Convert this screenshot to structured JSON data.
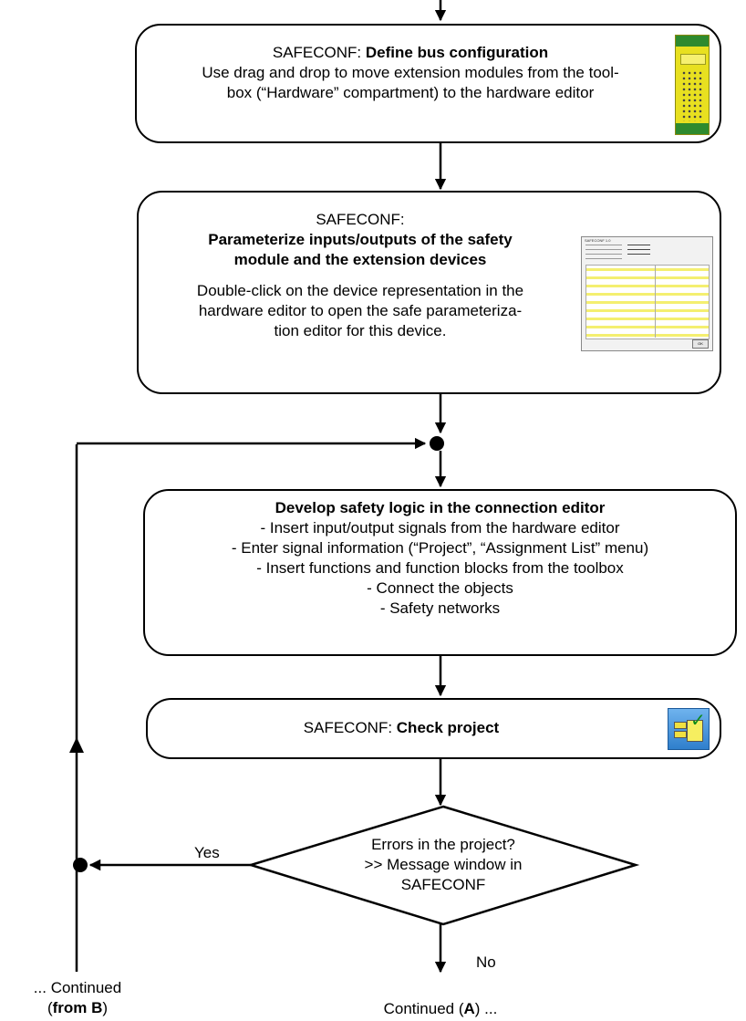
{
  "step1": {
    "prefix": "SAFECONF: ",
    "title": "Define bus configuration",
    "line1": "Use drag and drop to move extension modules from the tool-",
    "line2": "box (“Hardware” compartment) to the hardware editor",
    "icon": "yellow-module-icon"
  },
  "step2": {
    "prefix": "SAFECONF:",
    "title_line1": "Parameterize inputs/outputs of the safety",
    "title_line2": "module and the extension devices",
    "line1": "Double-click on the device representation in the",
    "line2": "hardware editor to open the safe parameteriza-",
    "line3": "tion editor for this device.",
    "thumbnail": "parameterization-editor-screenshot",
    "thumb_header": "SAFECONF 1.0",
    "thumb_button": "OK"
  },
  "step3": {
    "title": "Develop safety logic in the connection editor",
    "items": [
      "- Insert input/output signals from the hardware editor",
      "- Enter signal information (“Project”, “Assignment List” menu)",
      "- Insert functions and function blocks from the toolbox",
      "- Connect the objects",
      "- Safety networks"
    ]
  },
  "step4": {
    "prefix": "SAFECONF: ",
    "title": "Check project",
    "icon": "check-project-icon"
  },
  "decision": {
    "line1": "Errors in the project?",
    "line2": ">> Message window in",
    "line3": "SAFECONF",
    "yes": "Yes",
    "no": "No"
  },
  "continued_left": {
    "line1": "... Continued",
    "open": "(",
    "bold": "from B",
    "close": ")"
  },
  "continued_bottom": {
    "prefix": "Continued (",
    "bold": "A",
    "suffix": ") ..."
  },
  "colors": {
    "module_yellow": "#e8e020",
    "module_green": "#2e8a2e",
    "icon_blue": "#3c8fd8"
  }
}
